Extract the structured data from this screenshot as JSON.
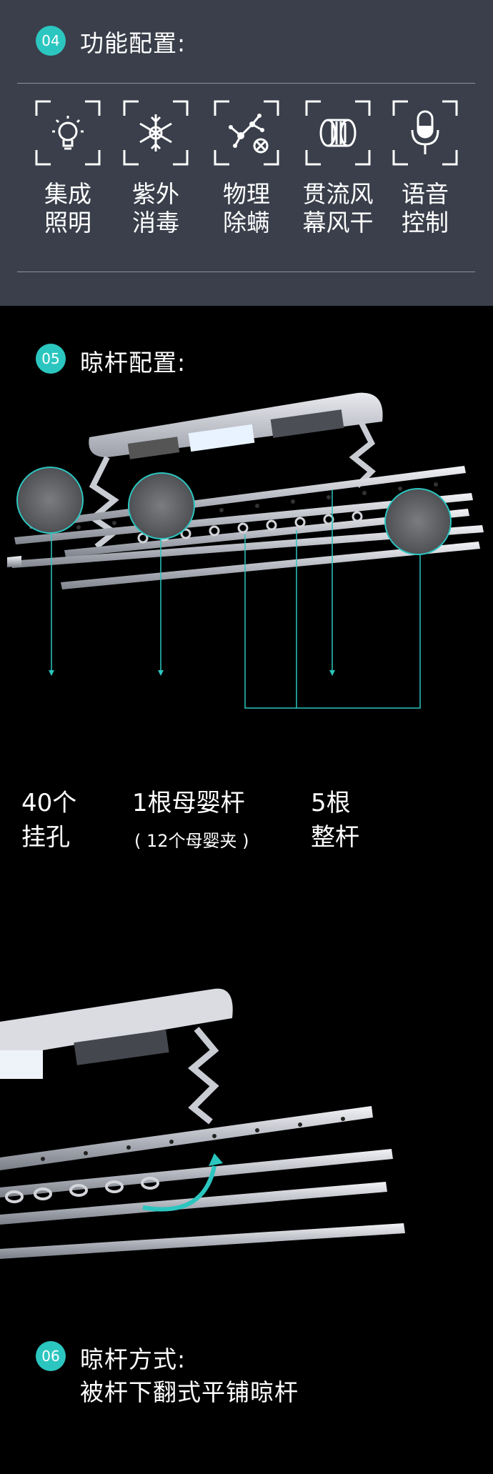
{
  "section04": {
    "badge": "04",
    "title": "功能配置:",
    "features": [
      {
        "icon": "lightbulb-icon",
        "label": "集成\n照明"
      },
      {
        "icon": "snowflake-icon",
        "label": "紫外\n消毒"
      },
      {
        "icon": "molecule-icon",
        "label": "物理\n除螨"
      },
      {
        "icon": "fan-icon",
        "label": "贯流风\n幕风干"
      },
      {
        "icon": "microphone-icon",
        "label": "语音\n控制"
      }
    ]
  },
  "section05": {
    "badge": "05",
    "title": "晾杆配置:",
    "callouts": [
      {
        "line1": "40个",
        "line2": "挂孔"
      },
      {
        "line1": "1根母婴杆",
        "sub": "( 12个母婴夹 )"
      },
      {
        "line1": "5根",
        "line2": "整杆"
      }
    ]
  },
  "section06": {
    "badge": "06",
    "title": "晾杆方式:",
    "subtitle": "被杆下翻式平铺晾杆"
  },
  "colors": {
    "accent": "#2cc6c0",
    "panel": "#3a3f4b",
    "background": "#000000"
  }
}
